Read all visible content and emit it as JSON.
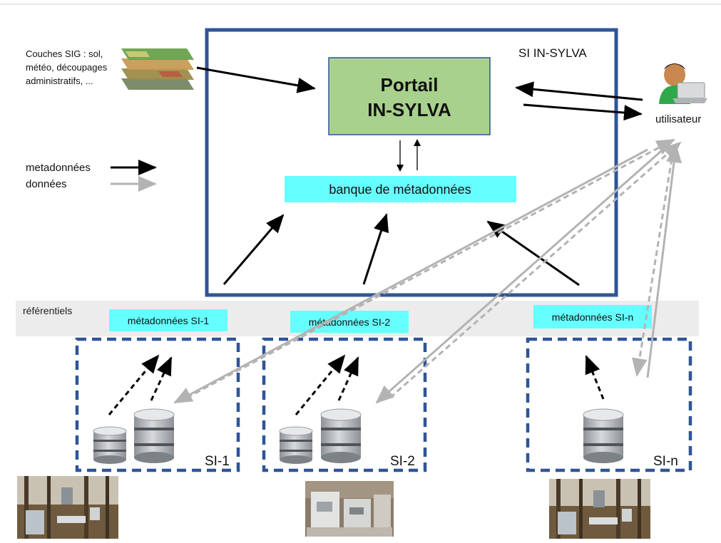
{
  "system": {
    "title": "SI IN-SYLVA"
  },
  "portal": {
    "line1": "Portail",
    "line2": "IN-SYLVA"
  },
  "bank": {
    "label": "banque de métadonnées"
  },
  "gis": {
    "line1": "Couches SIG : sol,",
    "line2": "météo, découpages",
    "line3": "administratifs, ..."
  },
  "legend": {
    "metadata": "metadonnées",
    "data": "données"
  },
  "user": {
    "label": "utilisateur"
  },
  "referentials": {
    "label": "référentiels"
  },
  "meta_tags": [
    "métadonnées SI-1",
    "métadonnées SI-2",
    "métadonnées SI-n"
  ],
  "si_labels": [
    "SI-1",
    "SI-2",
    "SI-n"
  ],
  "colors": {
    "frame_blue": "#2f5597",
    "portal_green": "#a9d18e",
    "cyan": "#66ffff",
    "band_gray": "#ececec",
    "arrow_black": "#000000",
    "arrow_gray": "#b3b3b3"
  }
}
